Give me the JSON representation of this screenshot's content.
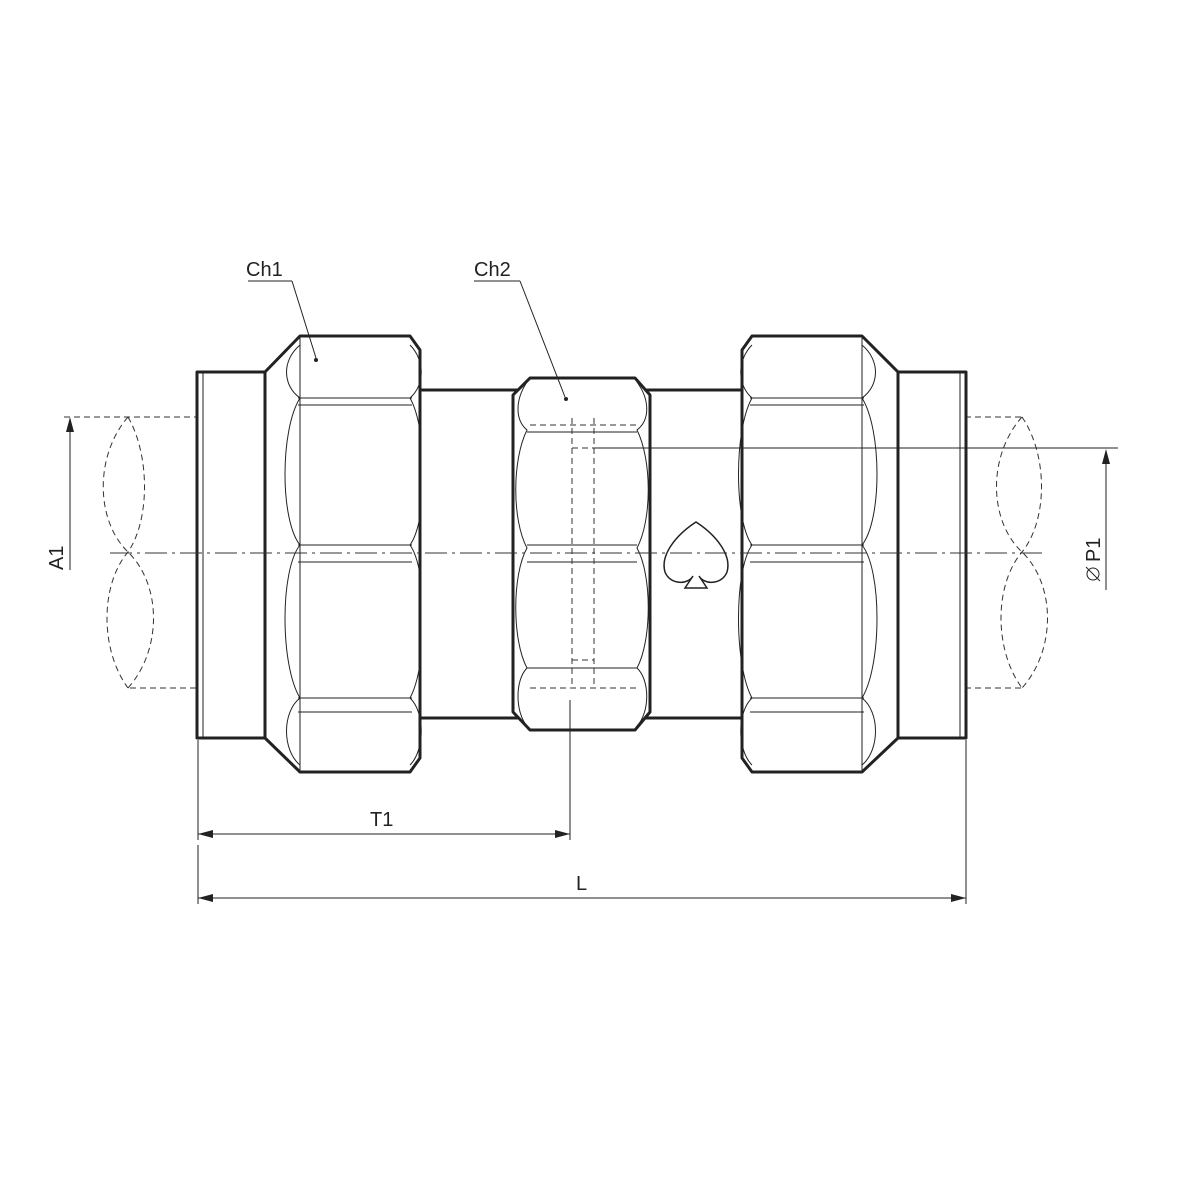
{
  "labels": {
    "ch1": "Ch1",
    "ch2": "Ch2",
    "a1": "A1",
    "p1": "P1",
    "t1": "T1",
    "l": "L"
  },
  "symbols": {
    "diameter": "diameter-symbol",
    "logo": "spade-logo-icon"
  },
  "colors": {
    "line": "#222222",
    "background": "#ffffff"
  }
}
